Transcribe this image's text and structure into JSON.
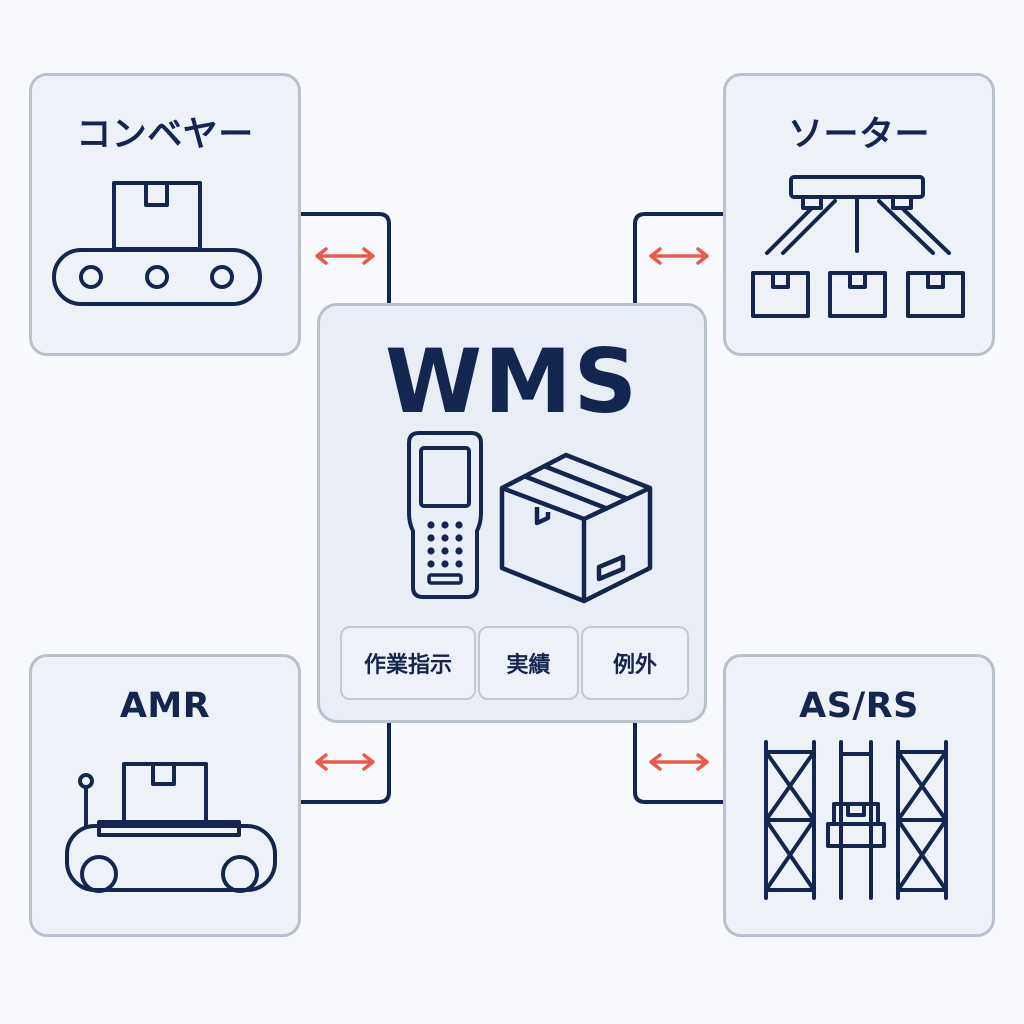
{
  "nodes": {
    "conveyor": {
      "label": "コンベヤー"
    },
    "sorter": {
      "label": "ソーター"
    },
    "amr": {
      "label": "AMR"
    },
    "asrs": {
      "label": "AS/RS"
    }
  },
  "hub": {
    "title": "WMS",
    "functions": [
      "作業指示",
      "実績",
      "例外"
    ]
  },
  "colors": {
    "ink": "#14264f",
    "arrow": "#e85a4f",
    "card_fill": "#eef2f8",
    "card_border": "#b9c1ce",
    "background": "#f7f9fc"
  },
  "icons": {
    "conveyor": "conveyor-belt-icon",
    "sorter": "sorter-icon",
    "amr": "amr-robot-icon",
    "asrs": "storage-rack-icon",
    "scanner": "handheld-scanner-icon",
    "package": "package-box-icon",
    "link": "bidirectional-arrow-icon"
  }
}
